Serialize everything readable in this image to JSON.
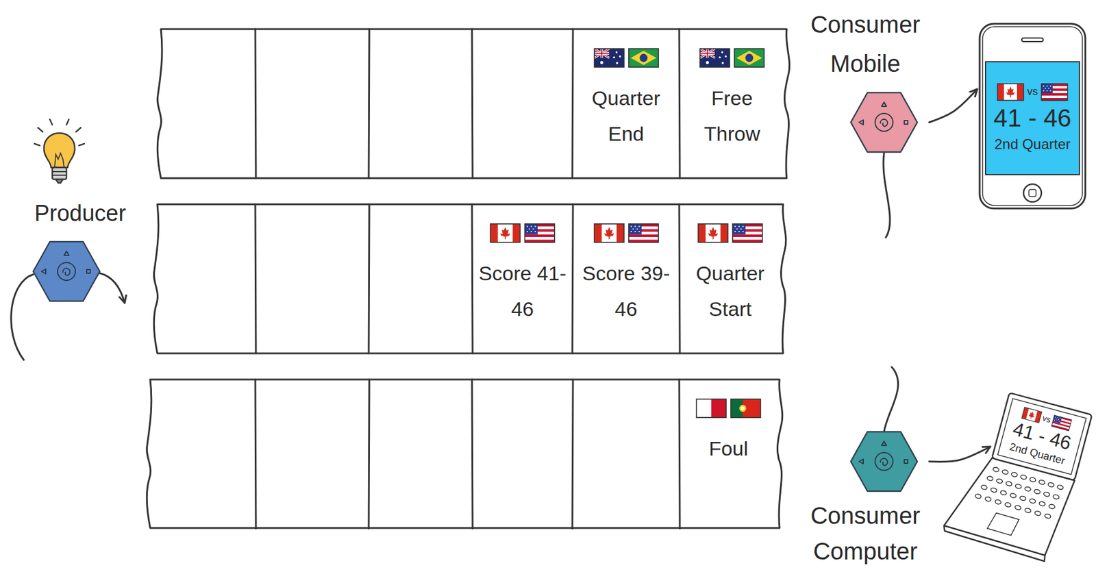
{
  "diagram": {
    "nodes": [
      {
        "text": [
          "Consumer Mobile"
        ]
      },
      {
        "text": [
          "vs",
          "41 - 46",
          "2nd Quarter"
        ]
      },
      {
        "text": [
          "Producer"
        ]
      },
      {
        "text": [
          "Quarter End"
        ]
      },
      {
        "text": [
          "Free Throw"
        ]
      },
      {
        "text": [
          "Score 41-46"
        ]
      },
      {
        "text": [
          "Score 39-46"
        ]
      },
      {
        "text": [
          "Quarter Start"
        ]
      },
      {
        "text": [
          "Foul"
        ]
      },
      {
        "text": [
          "Consumer Computer"
        ]
      },
      {
        "text": [
          "vs",
          "41 - 46",
          "2nd Quarter"
        ]
      }
    ],
    "edges": [
      {
        "from": 0,
        "to": 1,
        "arrow": "to"
      },
      {
        "from": 9,
        "to": 10,
        "arrow": "to"
      }
    ]
  }
}
